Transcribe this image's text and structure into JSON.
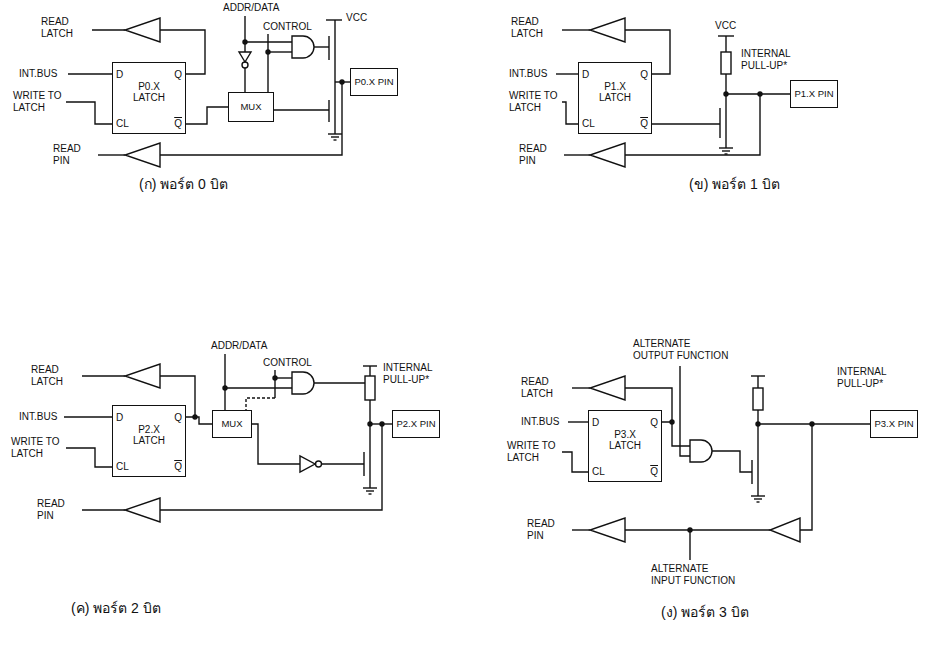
{
  "diagram": {
    "nodes": [
      {
        "text": [
          "D",
          "P0.X LATCH",
          "Q",
          "CL",
          "Q"
        ]
      },
      {
        "text": [
          "MUX"
        ]
      },
      {
        "text": [
          "P0.X PIN"
        ]
      },
      {
        "text": [
          "D",
          "P1.X LATCH",
          "Q",
          "CL",
          "Q"
        ]
      },
      {
        "text": [
          "P1.X PIN"
        ]
      },
      {
        "text": [
          "D",
          "P2.X LATCH",
          "Q",
          "CL",
          "Q"
        ]
      },
      {
        "text": [
          "MUX"
        ]
      },
      {
        "text": [
          "P2.X PIN"
        ]
      },
      {
        "text": [
          "D",
          "P3.X LATCH",
          "Q",
          "CL",
          "Q"
        ]
      },
      {
        "text": [
          "P3.X PIN"
        ]
      }
    ],
    "edges": [
      {
        "from": 0,
        "to": 1,
        "arrow": "none"
      },
      {
        "from": 5,
        "to": 6,
        "arrow": "none"
      }
    ],
    "labels": [
      "READ LATCH",
      "INT.BUS",
      "WRITE TO LATCH",
      "READ PIN",
      "ADDR/DATA",
      "CONTROL",
      "VCC",
      "(ก) พอร์ต 0 บิต",
      "READ LATCH",
      "INT.BUS",
      "WRITE TO LATCH",
      "READ PIN",
      "VCC",
      "INTERNAL PULL-UP*",
      "(ข) พอร์ต 1 บิต",
      "READ LATCH",
      "INT.BUS",
      "WRITE TO LATCH",
      "READ PIN",
      "ADDR/DATA",
      "CONTROL",
      "INTERNAL PULL-UP*",
      "(ค) พอร์ต 2 บิต",
      "ALTERNATE OUTPUT FUNCTION",
      "READ LATCH",
      "INT.BUS",
      "WRITE TO LATCH",
      "READ PIN",
      "INTERNAL PULL-UP*",
      "ALTERNATE INPUT FUNCTION",
      "(ง) พอร์ต 3 บิต"
    ]
  }
}
